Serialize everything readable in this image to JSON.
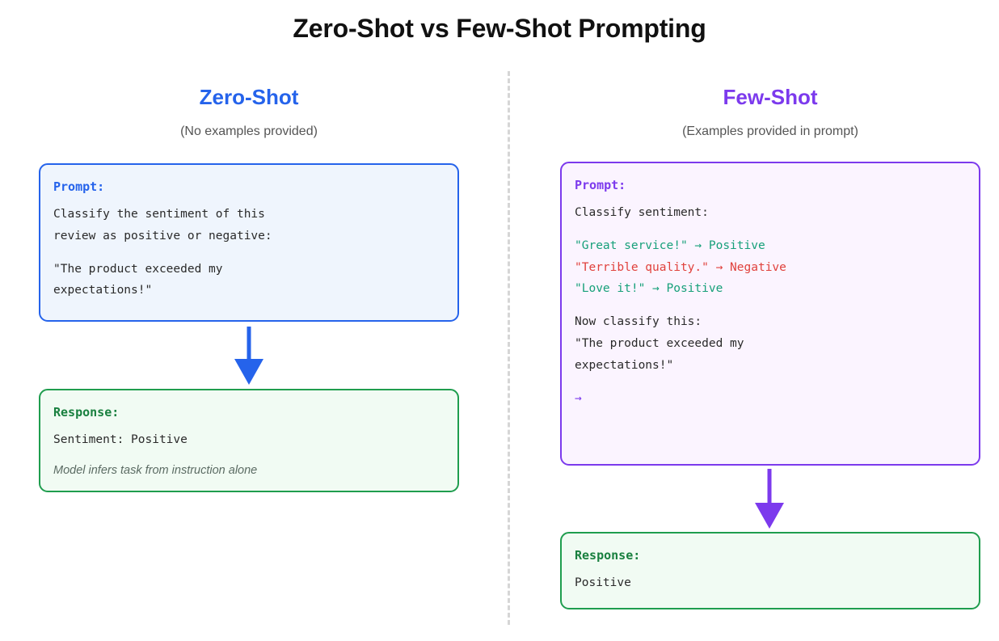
{
  "title": "Zero-Shot vs Few-Shot Prompting",
  "colors": {
    "zero_accent": "#2563eb",
    "few_accent": "#7c3aed",
    "response_accent": "#1f9d4e",
    "positive": "#17a07a",
    "negative": "#e0413c",
    "divider": "#d6d6d6"
  },
  "divider": {
    "style": "dashed-vertical"
  },
  "zero_shot": {
    "heading": "Zero-Shot",
    "subtitle": "(No examples provided)",
    "prompt_card": {
      "label": "Prompt:",
      "instruction": "Classify the sentiment of this\nreview as positive or negative:",
      "review": "\"The product exceeded my\nexpectations!\""
    },
    "arrow": {
      "icon": "down-arrow-icon",
      "color": "#2563eb"
    },
    "response_card": {
      "label": "Response:",
      "text": "Sentiment: Positive",
      "note": "Model infers task from instruction alone"
    }
  },
  "few_shot": {
    "heading": "Few-Shot",
    "subtitle": "(Examples provided in prompt)",
    "prompt_card": {
      "label": "Prompt:",
      "instruction": "Classify sentiment:",
      "examples": [
        {
          "text": "\"Great service!\" → Positive",
          "sentiment": "positive"
        },
        {
          "text": "\"Terrible quality.\" → Negative",
          "sentiment": "negative"
        },
        {
          "text": "\"Love it!\" → Positive",
          "sentiment": "positive"
        }
      ],
      "now_classify": "Now classify this:",
      "review": "\"The product exceeded my\nexpectations!\"",
      "trailing_arrow": "→"
    },
    "arrow": {
      "icon": "down-arrow-icon",
      "color": "#7c3aed"
    },
    "response_card": {
      "label": "Response:",
      "text": "Positive"
    }
  }
}
